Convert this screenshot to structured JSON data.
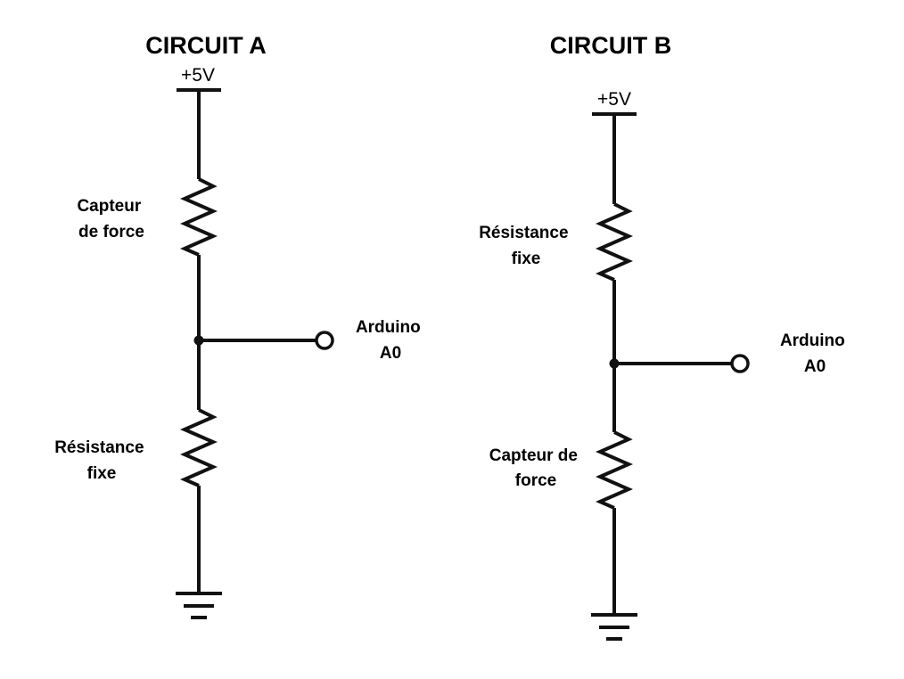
{
  "colors": {
    "ink": "#111111",
    "background": "#ffffff"
  },
  "circuit_a": {
    "title": "CIRCUIT A",
    "supply": "+5V",
    "top_component": {
      "line1": "Capteur",
      "line2": "de force"
    },
    "bottom_component": {
      "line1": "Résistance",
      "line2": "fixe"
    },
    "output": {
      "line1": "Arduino",
      "line2": "A0"
    },
    "ground_icon": "ground-symbol-icon"
  },
  "circuit_b": {
    "title": "CIRCUIT B",
    "supply": "+5V",
    "top_component": {
      "line1": "Résistance",
      "line2": "fixe"
    },
    "bottom_component": {
      "line1": "Capteur de",
      "line2": "force"
    },
    "output": {
      "line1": "Arduino",
      "line2": "A0"
    },
    "ground_icon": "ground-symbol-icon"
  }
}
